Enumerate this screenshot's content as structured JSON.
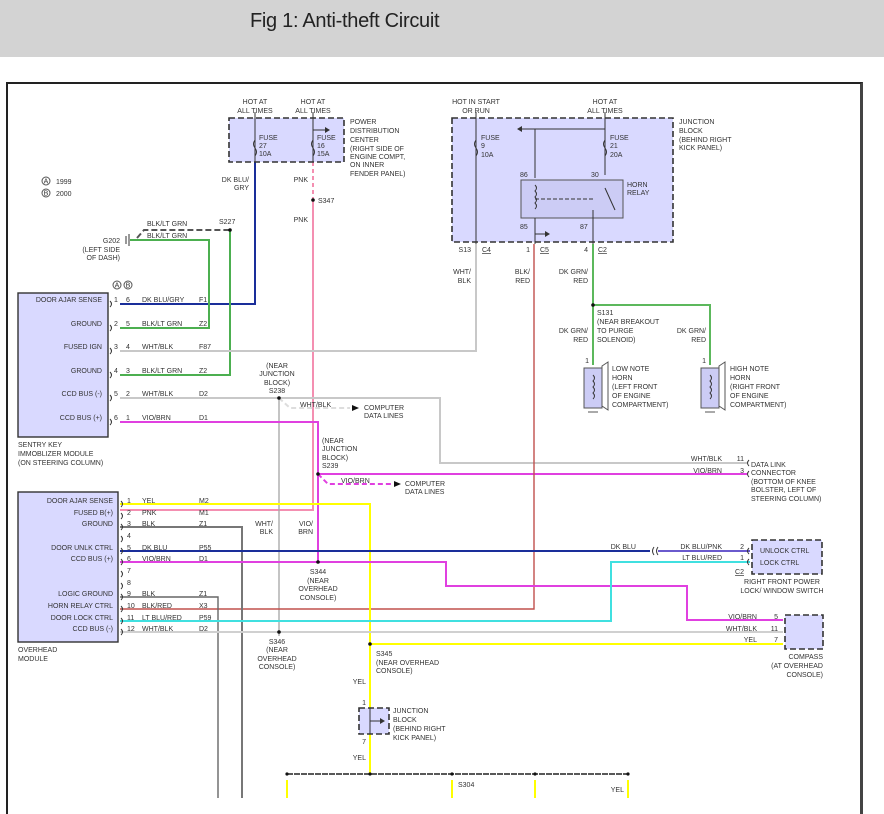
{
  "header": {
    "title": "Fig 1: Anti-theft Circuit"
  },
  "legend": [
    {
      "key": "A",
      "year": "1999"
    },
    {
      "key": "B",
      "year": "2000"
    }
  ],
  "wire_colors": {
    "dk_blu_gry": "#1a2e9a",
    "blk_lt_grn": "#4caf50",
    "wht_blk": "#c8c8c8",
    "vio_brn": "#e040e0",
    "pnk": "#f48fb1",
    "blk_red": "#c0504d",
    "dk_grn_red": "#5cb85c",
    "yel": "#ffff00",
    "blk": "#777777",
    "lt_blu_red": "#40e0e0",
    "dk_blu": "#1a2e9a"
  },
  "power_distribution": {
    "hot1": [
      "HOT AT",
      "ALL TIMES"
    ],
    "hot2": [
      "HOT AT",
      "ALL TIMES"
    ],
    "fuse1": [
      "FUSE",
      "27",
      "10A"
    ],
    "fuse2": [
      "FUSE",
      "16",
      "15A"
    ],
    "label": [
      "POWER",
      "DISTRIBUTION",
      "CENTER",
      "(RIGHT SIDE OF",
      "ENGINE COMPT,",
      "ON INNER",
      "FENDER PANEL)"
    ],
    "wire1": [
      "DK BLU/",
      "GRY"
    ],
    "wire2": "PNK",
    "wire2b": "PNK",
    "splice": "S347"
  },
  "junction_block_top": {
    "hot1": [
      "HOT IN START",
      "OR RUN"
    ],
    "hot2": [
      "HOT AT",
      "ALL TIMES"
    ],
    "fuse1": [
      "FUSE",
      "9",
      "10A"
    ],
    "fuse2": [
      "FUSE",
      "21",
      "20A"
    ],
    "label": [
      "JUNCTION",
      "BLOCK",
      "(BEHIND RIGHT",
      "KICK PANEL)"
    ],
    "relay": [
      "HORN",
      "RELAY"
    ],
    "pins": {
      "p86": "86",
      "p30": "30",
      "p85": "85",
      "p87": "87"
    },
    "connectors": [
      {
        "pin": "S13",
        "name": "C4"
      },
      {
        "pin": "1",
        "name": "C5"
      },
      {
        "pin": "4",
        "name": "C2"
      }
    ],
    "wires": {
      "w1": [
        "WHT/",
        "BLK"
      ],
      "w2": [
        "BLK/",
        "RED"
      ],
      "w3": [
        "DK GRN/",
        "RED"
      ]
    }
  },
  "horns": {
    "splice": [
      "S131",
      "(NEAR BREAKOUT",
      "TO PURGE",
      "SOLENOID)"
    ],
    "wire_low": [
      "DK GRN/",
      "RED"
    ],
    "wire_high": [
      "DK GRN/",
      "RED"
    ],
    "low": {
      "pin": "1",
      "label": [
        "LOW NOTE",
        "HORN",
        "(LEFT FRONT",
        "OF ENGINE",
        "COMPARTMENT)"
      ]
    },
    "high": {
      "pin": "1",
      "label": [
        "HIGH NOTE",
        "HORN",
        "(RIGHT FRONT",
        "OF ENGINE",
        "COMPARTMENT)"
      ]
    }
  },
  "ground": {
    "splice": "S227",
    "wire_top": "BLK/LT GRN",
    "wire_bottom": "BLK/LT GRN",
    "name": "G202",
    "location": [
      "(LEFT SIDE",
      "OF DASH)"
    ]
  },
  "sentry_key": {
    "col_headers": [
      "A",
      "B"
    ],
    "label": [
      "SENTRY KEY",
      "IMMOBLIZER MODULE",
      "(ON STEERING COLUMN)"
    ],
    "pins": [
      {
        "name": "DOOR AJAR SENSE",
        "a": "1",
        "b": "6",
        "wire": "DK BLU/GRY",
        "circuit": "F1"
      },
      {
        "name": "GROUND",
        "a": "2",
        "b": "5",
        "wire": "BLK/LT GRN",
        "circuit": "Z2"
      },
      {
        "name": "FUSED IGN",
        "a": "3",
        "b": "4",
        "wire": "WHT/BLK",
        "circuit": "F87"
      },
      {
        "name": "GROUND",
        "a": "4",
        "b": "3",
        "wire": "BLK/LT GRN",
        "circuit": "Z2"
      },
      {
        "name": "CCD BUS (-)",
        "a": "5",
        "b": "2",
        "wire": "WHT/BLK",
        "circuit": "D2"
      },
      {
        "name": "CCD BUS (+)",
        "a": "6",
        "b": "1",
        "wire": "VIO/BRN",
        "circuit": "D1"
      }
    ]
  },
  "splices_mid": {
    "s238": [
      "(NEAR",
      "JUNCTION",
      "BLOCK)",
      "S238"
    ],
    "s238_wire": "WHT/BLK",
    "s238_dest": [
      "COMPUTER",
      "DATA LINES"
    ],
    "s239": [
      "(NEAR",
      "JUNCTION",
      "BLOCK)",
      "S239"
    ],
    "s239_wire": "VIO/BRN",
    "s239_dest": [
      "COMPUTER",
      "DATA LINES"
    ],
    "vert1": [
      "WHT/",
      "BLK"
    ],
    "vert2": [
      "VIO/",
      "BRN"
    ],
    "s344": [
      "S344",
      "(NEAR",
      "OVERHEAD",
      "CONSOLE)"
    ],
    "s346": [
      "S346",
      "(NEAR",
      "OVERHEAD",
      "CONSOLE)"
    ],
    "s345": [
      "S345",
      "(NEAR OVERHEAD",
      "CONSOLE)"
    ]
  },
  "data_link": {
    "pins": [
      {
        "wire": "WHT/BLK",
        "pin": "11"
      },
      {
        "wire": "VIO/BRN",
        "pin": "3"
      }
    ],
    "label": [
      "DATA LINK",
      "CONNECTOR",
      "(BOTTOM OF KNEE",
      "BOLSTER, LEFT OF",
      "STEERING COLUMN)"
    ]
  },
  "overhead_module": {
    "label": [
      "OVERHEAD",
      "MODULE"
    ],
    "pins": [
      {
        "name": "DOOR AJAR SENSE",
        "pin": "1",
        "wire": "YEL",
        "circuit": "M2"
      },
      {
        "name": "FUSED B(+)",
        "pin": "2",
        "wire": "PNK",
        "circuit": "M1"
      },
      {
        "name": "GROUND",
        "pin": "3",
        "wire": "BLK",
        "circuit": "Z1"
      },
      {
        "name": "",
        "pin": "4",
        "wire": "",
        "circuit": ""
      },
      {
        "name": "DOOR UNLK CTRL",
        "pin": "5",
        "wire": "DK BLU",
        "circuit": "P55"
      },
      {
        "name": "CCD BUS (+)",
        "pin": "6",
        "wire": "VIO/BRN",
        "circuit": "D1"
      },
      {
        "name": "",
        "pin": "7",
        "wire": "",
        "circuit": ""
      },
      {
        "name": "",
        "pin": "8",
        "wire": "",
        "circuit": ""
      },
      {
        "name": "LOGIC GROUND",
        "pin": "9",
        "wire": "BLK",
        "circuit": "Z1"
      },
      {
        "name": "HORN RELAY CTRL",
        "pin": "10",
        "wire": "BLK/RED",
        "circuit": "X3"
      },
      {
        "name": "DOOR LOCK CTRL",
        "pin": "11",
        "wire": "LT BLU/RED",
        "circuit": "P59"
      },
      {
        "name": "CCD BUS (-)",
        "pin": "12",
        "wire": "WHT/BLK",
        "circuit": "D2"
      }
    ]
  },
  "power_lock_switch": {
    "inline_wire": "DK BLU",
    "pins": [
      {
        "wire": "DK BLU/PNK",
        "pin": "2",
        "name": "UNLOCK CTRL"
      },
      {
        "wire": "LT BLU/RED",
        "pin": "1",
        "name": "LOCK CTRL"
      }
    ],
    "connector": "C2",
    "label": [
      "RIGHT FRONT POWER",
      "LOCK/ WINDOW SWITCH"
    ]
  },
  "compass": {
    "pins": [
      {
        "wire": "VIO/BRN",
        "pin": "5"
      },
      {
        "wire": "WHT/BLK",
        "pin": "11"
      },
      {
        "wire": "YEL",
        "pin": "7"
      }
    ],
    "label": [
      "COMPASS",
      "(AT OVERHEAD",
      "CONSOLE)"
    ]
  },
  "junction_block_bottom": {
    "wire_top": "YEL",
    "pin_top": "1",
    "pin_bottom": "7",
    "wire_bottom": "YEL",
    "label": [
      "JUNCTION",
      "BLOCK",
      "(BEHIND RIGHT",
      "KICK PANEL)"
    ],
    "splice": "S304",
    "wire_right": "YEL"
  }
}
